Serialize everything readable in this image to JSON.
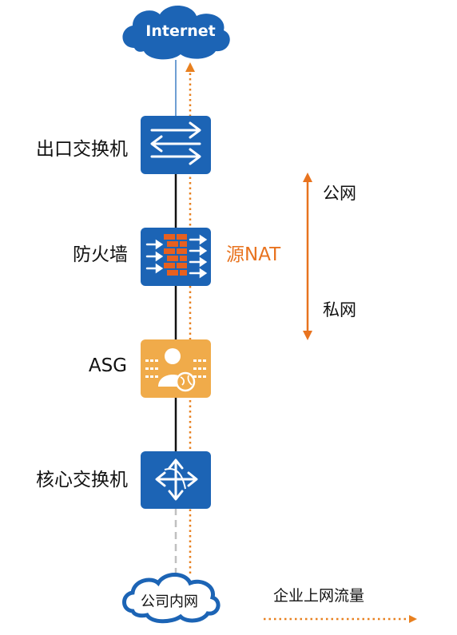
{
  "colors": {
    "device_blue": "#1c64b5",
    "asg_orange": "#f0ab4a",
    "nat_orange": "#e8731f",
    "flow_orange": "#e8801f",
    "cloud_blue": "#1c64b5",
    "link_black": "#111111",
    "link_blue": "#6f9fd3",
    "link_gray": "#c0c0c0"
  },
  "nodes": {
    "internet": {
      "label": "Internet",
      "icon": "cloud-icon"
    },
    "egress_switch": {
      "label": "出口交换机",
      "icon": "switch-arrows-icon"
    },
    "firewall": {
      "label": "防火墙",
      "icon": "firewall-icon"
    },
    "asg": {
      "label": "ASG",
      "icon": "asg-user-globe-icon"
    },
    "core_switch": {
      "label": "核心交换机",
      "icon": "core-switch-icon"
    },
    "intranet": {
      "label": "公司内网",
      "icon": "cloud-icon"
    }
  },
  "nat": {
    "label": "源NAT",
    "public_label": "公网",
    "private_label": "私网"
  },
  "legend": {
    "flow_label": "企业上网流量"
  }
}
